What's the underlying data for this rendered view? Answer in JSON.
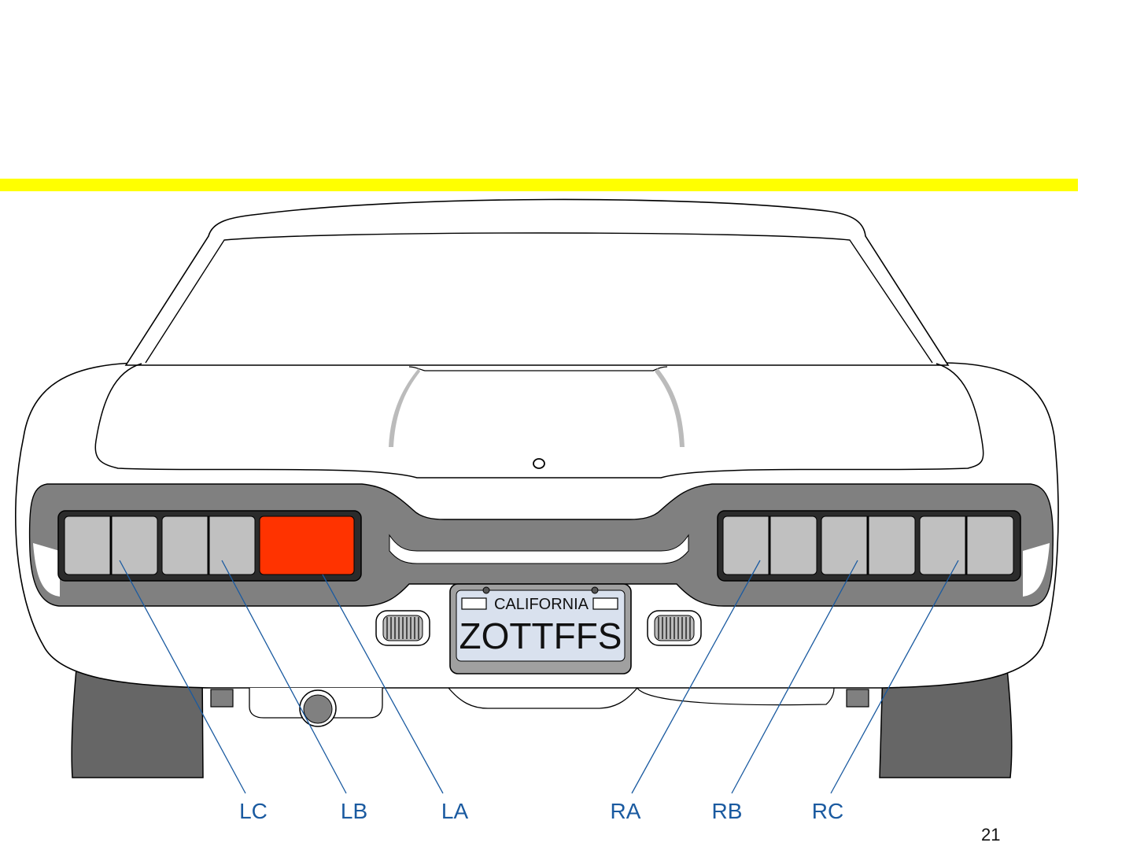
{
  "accent_bar": {
    "color": "#ffff00"
  },
  "car": {
    "body_color": "#ffffff",
    "outline_color": "#000000",
    "bumper_color": "#808080",
    "tire_color": "#666666",
    "lens_off_color": "#c0c0c0",
    "lens_on_color": "#ff3300"
  },
  "license_plate": {
    "state": "CALIFORNIA",
    "number": "ZOTTFFS",
    "plate_color": "#d9e1ee",
    "frame_color": "#a0a0a0"
  },
  "lights": {
    "left": [
      {
        "label": "LC",
        "lit": false
      },
      {
        "label": "LB",
        "lit": false
      },
      {
        "label": "LA",
        "lit": true
      }
    ],
    "right": [
      {
        "label": "RA",
        "lit": false
      },
      {
        "label": "RB",
        "lit": false
      },
      {
        "label": "RC",
        "lit": false
      }
    ]
  },
  "callouts": [
    {
      "label": "LC"
    },
    {
      "label": "LB"
    },
    {
      "label": "LA"
    },
    {
      "label": "RA"
    },
    {
      "label": "RB"
    },
    {
      "label": "RC"
    }
  ],
  "callout_color": "#1a5aa0",
  "page_number": "21",
  "icons": [
    "exhaust-pipe-icon",
    "reverse-light-icon",
    "lock-icon"
  ]
}
